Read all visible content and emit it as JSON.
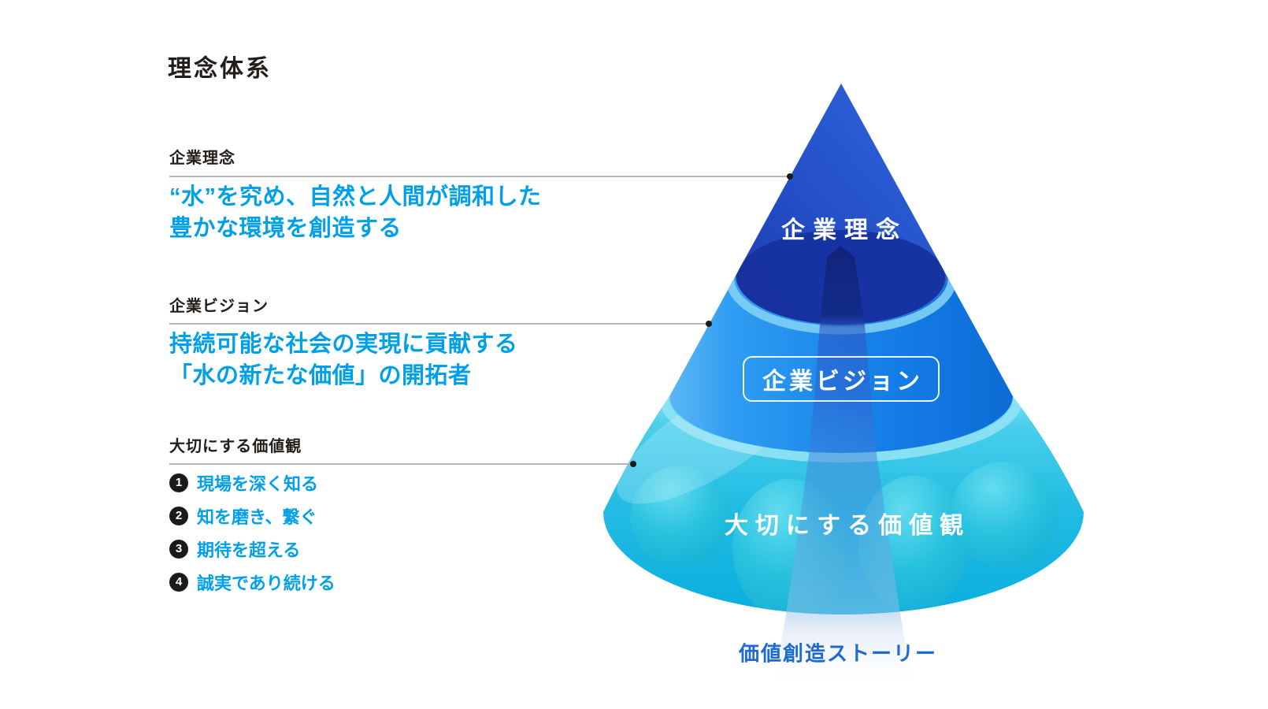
{
  "page": {
    "title": "理念体系"
  },
  "sections": [
    {
      "label": "企業理念",
      "line1": "“水”を究め、自然と人間が調和した",
      "line2": "豊かな環境を創造する"
    },
    {
      "label": "企業ビジョン",
      "line1": "持続可能な社会の実現に貢献する",
      "line2": "「水の新たな価値」の開拓者"
    },
    {
      "label": "大切にする価値観"
    }
  ],
  "values": [
    {
      "num": "1",
      "text": "現場を深く知る"
    },
    {
      "num": "2",
      "text": "知を磨き、繋ぐ"
    },
    {
      "num": "3",
      "text": "期待を超える"
    },
    {
      "num": "4",
      "text": "誠実であり続ける"
    }
  ],
  "cone": {
    "tier1": "企業理念",
    "tier2": "企業ビジョン",
    "tier3": "大切にする価値観",
    "story": "価値創造ストーリー"
  },
  "colors": {
    "accent_blue": "#00A0E9",
    "story_blue": "#1d6bd0",
    "tier1_blue": "#2450c8",
    "tier2_blue": "#1e8cf0",
    "tier3_cyan": "#22bce4",
    "text_dark": "#221d1a",
    "line_gray": "#b5b5b5"
  }
}
